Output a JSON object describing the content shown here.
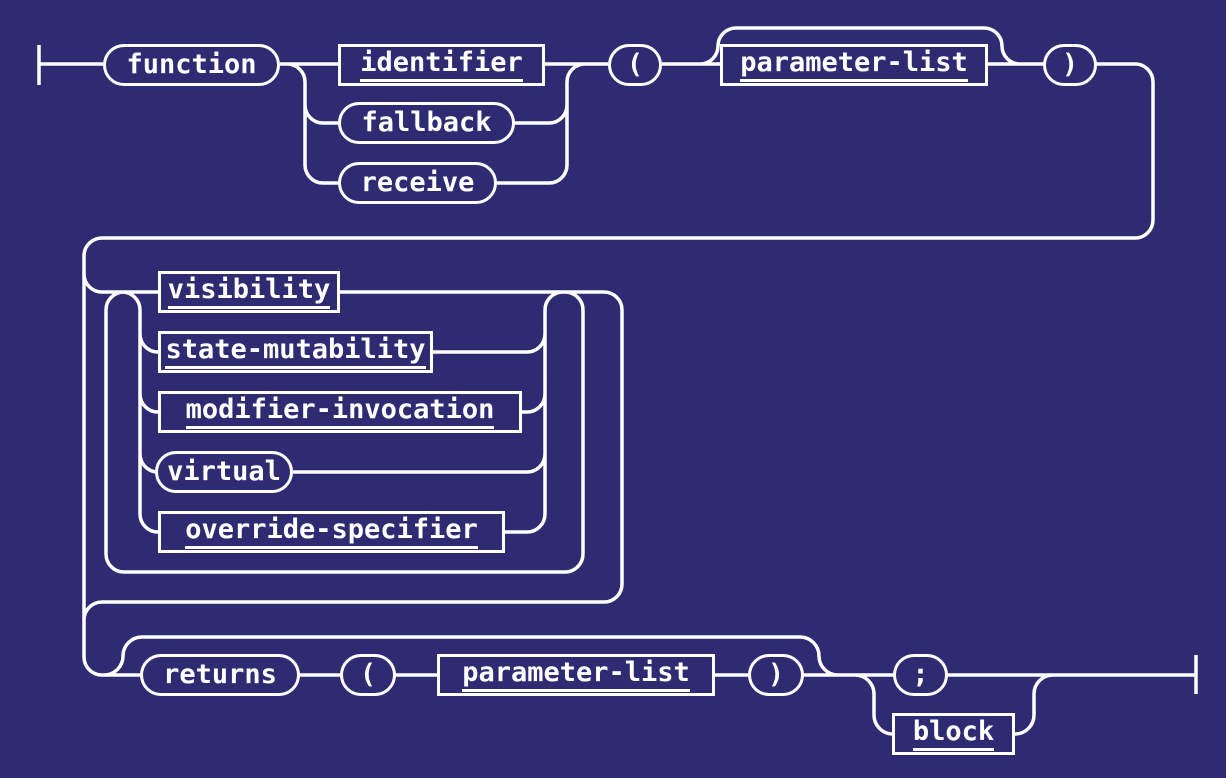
{
  "diagram": {
    "kind": "railroad-syntax-diagram",
    "colors": {
      "background": "#2e2b73",
      "line": "#ffffff",
      "text": "#ffffff"
    },
    "nodes": {
      "function_kw": {
        "label": "function",
        "kind": "terminal"
      },
      "identifier": {
        "label": "identifier",
        "kind": "nonterminal"
      },
      "fallback_kw": {
        "label": "fallback",
        "kind": "terminal"
      },
      "receive_kw": {
        "label": "receive",
        "kind": "terminal"
      },
      "open_paren_1": {
        "label": "(",
        "kind": "terminal"
      },
      "parameter_list_1": {
        "label": "parameter-list",
        "kind": "nonterminal"
      },
      "close_paren_1": {
        "label": ")",
        "kind": "terminal"
      },
      "visibility": {
        "label": "visibility",
        "kind": "nonterminal"
      },
      "state_mutability": {
        "label": "state-mutability",
        "kind": "nonterminal"
      },
      "modifier_invocation": {
        "label": "modifier-invocation",
        "kind": "nonterminal"
      },
      "virtual_kw": {
        "label": "virtual",
        "kind": "terminal"
      },
      "override_specifier": {
        "label": "override-specifier",
        "kind": "nonterminal"
      },
      "returns_kw": {
        "label": "returns",
        "kind": "terminal"
      },
      "open_paren_2": {
        "label": "(",
        "kind": "terminal"
      },
      "parameter_list_2": {
        "label": "parameter-list",
        "kind": "nonterminal"
      },
      "close_paren_2": {
        "label": ")",
        "kind": "terminal"
      },
      "semicolon": {
        "label": ";",
        "kind": "terminal"
      },
      "block": {
        "label": "block",
        "kind": "nonterminal"
      }
    }
  }
}
